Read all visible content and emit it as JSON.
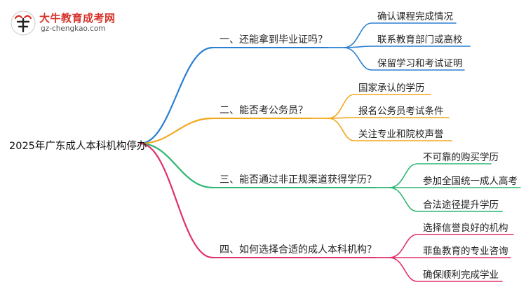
{
  "logo": {
    "name": "大牛教育成考网",
    "url": "gz-chengkao.com"
  },
  "mindmap": {
    "root": "2025年广东成人本科机构停办",
    "branches": [
      {
        "label": "一、还能拿到毕业证吗？",
        "color": "#2a7fd4",
        "children": [
          "确认课程完成情况",
          "联系教育部门或高校",
          "保留学习和考试证明"
        ]
      },
      {
        "label": "二、能否考公务员？",
        "color": "#f2a81d",
        "children": [
          "国家承认的学历",
          "报名公务员考试条件",
          "关注专业和院校声誉"
        ]
      },
      {
        "label": "三、能否通过非正规渠道获得学历？",
        "color": "#2fb673",
        "children": [
          "不可靠的购买学历",
          "参加全国统一成人高考",
          "合法途径提升学历"
        ]
      },
      {
        "label": "四、如何选择合适的成人本科机构？",
        "color": "#e0306d",
        "children": [
          "选择信誉良好的机构",
          "菲鱼教育的专业咨询",
          "确保顺利完成学业"
        ]
      }
    ]
  }
}
